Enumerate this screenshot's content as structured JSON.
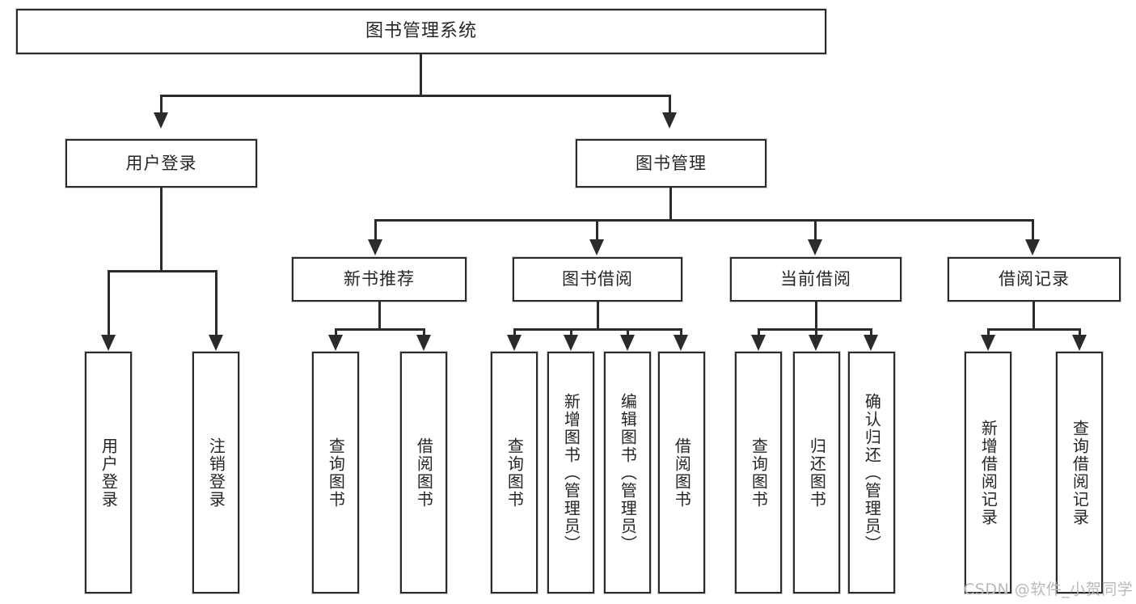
{
  "diagram": {
    "title": "图书管理系统",
    "type": "hierarchy-tree",
    "root": {
      "label": "图书管理系统"
    },
    "level2": [
      {
        "label": "用户登录"
      },
      {
        "label": "图书管理"
      }
    ],
    "level3": [
      {
        "label": "新书推荐"
      },
      {
        "label": "图书借阅"
      },
      {
        "label": "当前借阅"
      },
      {
        "label": "借阅记录"
      }
    ],
    "leaves": {
      "user_login": [
        {
          "label": "用户登录"
        },
        {
          "label": "注销登录"
        }
      ],
      "new_book_recommend": [
        {
          "label": "查询图书"
        },
        {
          "label": "借阅图书"
        }
      ],
      "book_borrow": [
        {
          "label": "查询图书"
        },
        {
          "label": "新增图书（管理员）"
        },
        {
          "label": "编辑图书（管理员）"
        },
        {
          "label": "借阅图书"
        }
      ],
      "current_borrow": [
        {
          "label": "查询图书"
        },
        {
          "label": "归还图书"
        },
        {
          "label": "确认归还（管理员）"
        }
      ],
      "borrow_record": [
        {
          "label": "新增借阅记录"
        },
        {
          "label": "查询借阅记录"
        }
      ]
    }
  },
  "watermark": {
    "text": "CSDN @软件_小贺同学"
  },
  "colors": {
    "border": "#2b2b2b",
    "text": "#262626",
    "background": "#ffffff",
    "watermark": "#b9b9b9"
  }
}
